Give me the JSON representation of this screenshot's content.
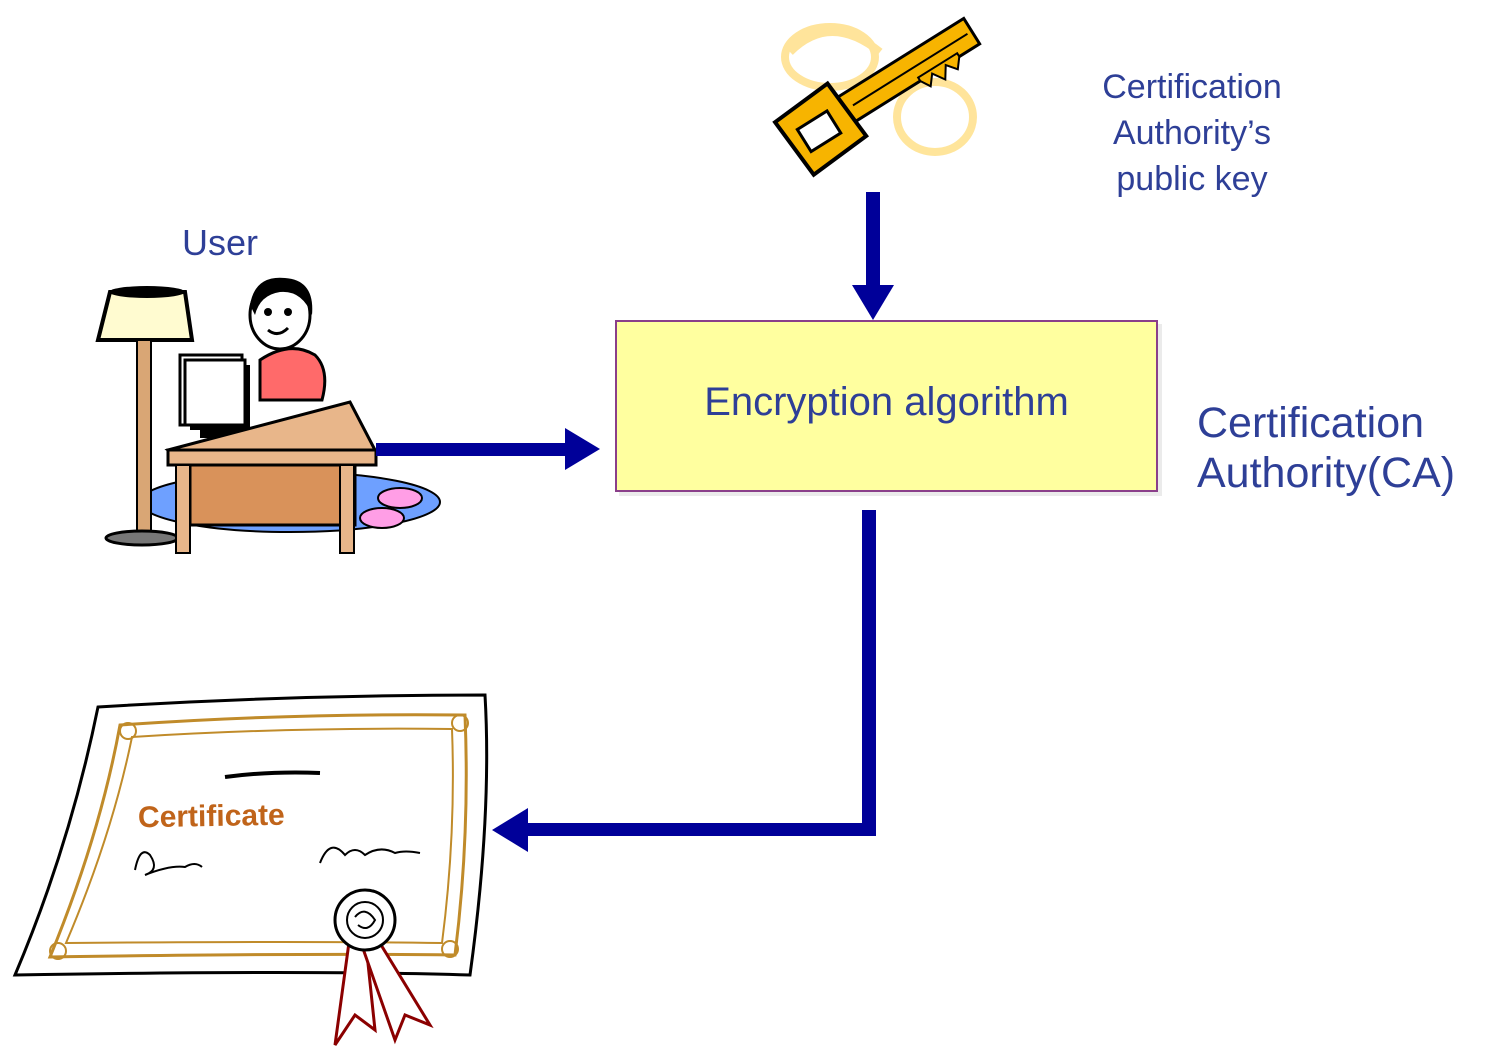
{
  "diagram": {
    "key_label": [
      "Certification",
      "Authority’s",
      "public key"
    ],
    "ca_label": [
      "Certification",
      "Authority(CA)"
    ],
    "user_label": "User",
    "process_label": "Encryption algorithm",
    "output_label": "Certificate"
  },
  "icons": {
    "key": "key-icon",
    "user": "user-at-desk-icon",
    "certificate": "certificate-icon"
  },
  "colors": {
    "arrow": "#000099",
    "text": "#2e3f97",
    "box_fill": "#ffff9f",
    "box_border": "#8a3f8a",
    "certificate_title": "#c0641a"
  }
}
